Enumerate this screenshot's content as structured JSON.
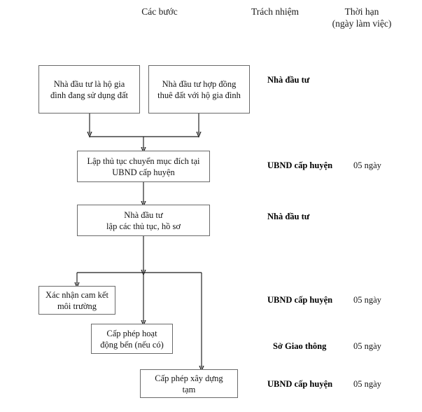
{
  "headers": [
    {
      "id": "steps",
      "label": "Các bước"
    },
    {
      "id": "responsibility",
      "label": "Trách nhiệm"
    },
    {
      "id": "deadline_line1",
      "label": "Thời hạn"
    },
    {
      "id": "deadline_line2",
      "label": "(ngày làm việc)"
    }
  ],
  "nodes": [
    {
      "id": "investor-household",
      "line1": "Nhà đầu tư là hộ gia",
      "line2": "đình đang sử dụng đất"
    },
    {
      "id": "investor-lease-contract",
      "line1": "Nhà đầu tư hợp đồng",
      "line2": "thuê đất với hộ gia đình"
    },
    {
      "id": "land-use-change",
      "line1": "Lập thủ tục chuyển mục đích tại",
      "line2": "UBND cấp huyện"
    },
    {
      "id": "investor-prepare-dossier",
      "line1": "Nhà đầu tư",
      "line2": "lập các thủ tục, hồ sơ"
    },
    {
      "id": "environment-commitment",
      "line1": "Xác nhận cam kết",
      "line2": "môi trường"
    },
    {
      "id": "wharf-operation-license",
      "line1": "Cấp phép hoạt",
      "line2": "động bến (nếu có)"
    },
    {
      "id": "temporary-build-permit",
      "line1": "Cấp phép xây dựng",
      "line2": "tạm"
    }
  ],
  "rows": [
    {
      "id": "row-investor",
      "responsibility": "Nhà đầu tư",
      "deadline": ""
    },
    {
      "id": "row-land-use-change",
      "responsibility": "UBND cấp huyện",
      "deadline": "05 ngày"
    },
    {
      "id": "row-investor-dossier",
      "responsibility": "Nhà đầu tư",
      "deadline": ""
    },
    {
      "id": "row-environment",
      "responsibility": "UBND cấp huyện",
      "deadline": "05 ngày"
    },
    {
      "id": "row-transport-dept",
      "responsibility": "Sở Giao thông",
      "deadline": "05 ngày"
    },
    {
      "id": "row-build-permit",
      "responsibility": "UBND cấp huyện",
      "deadline": "05 ngày"
    }
  ],
  "colors": {
    "background": "#ffffff",
    "box_border": "#6a6a6a",
    "connector": "#1c1c1c",
    "text": "#141414"
  }
}
